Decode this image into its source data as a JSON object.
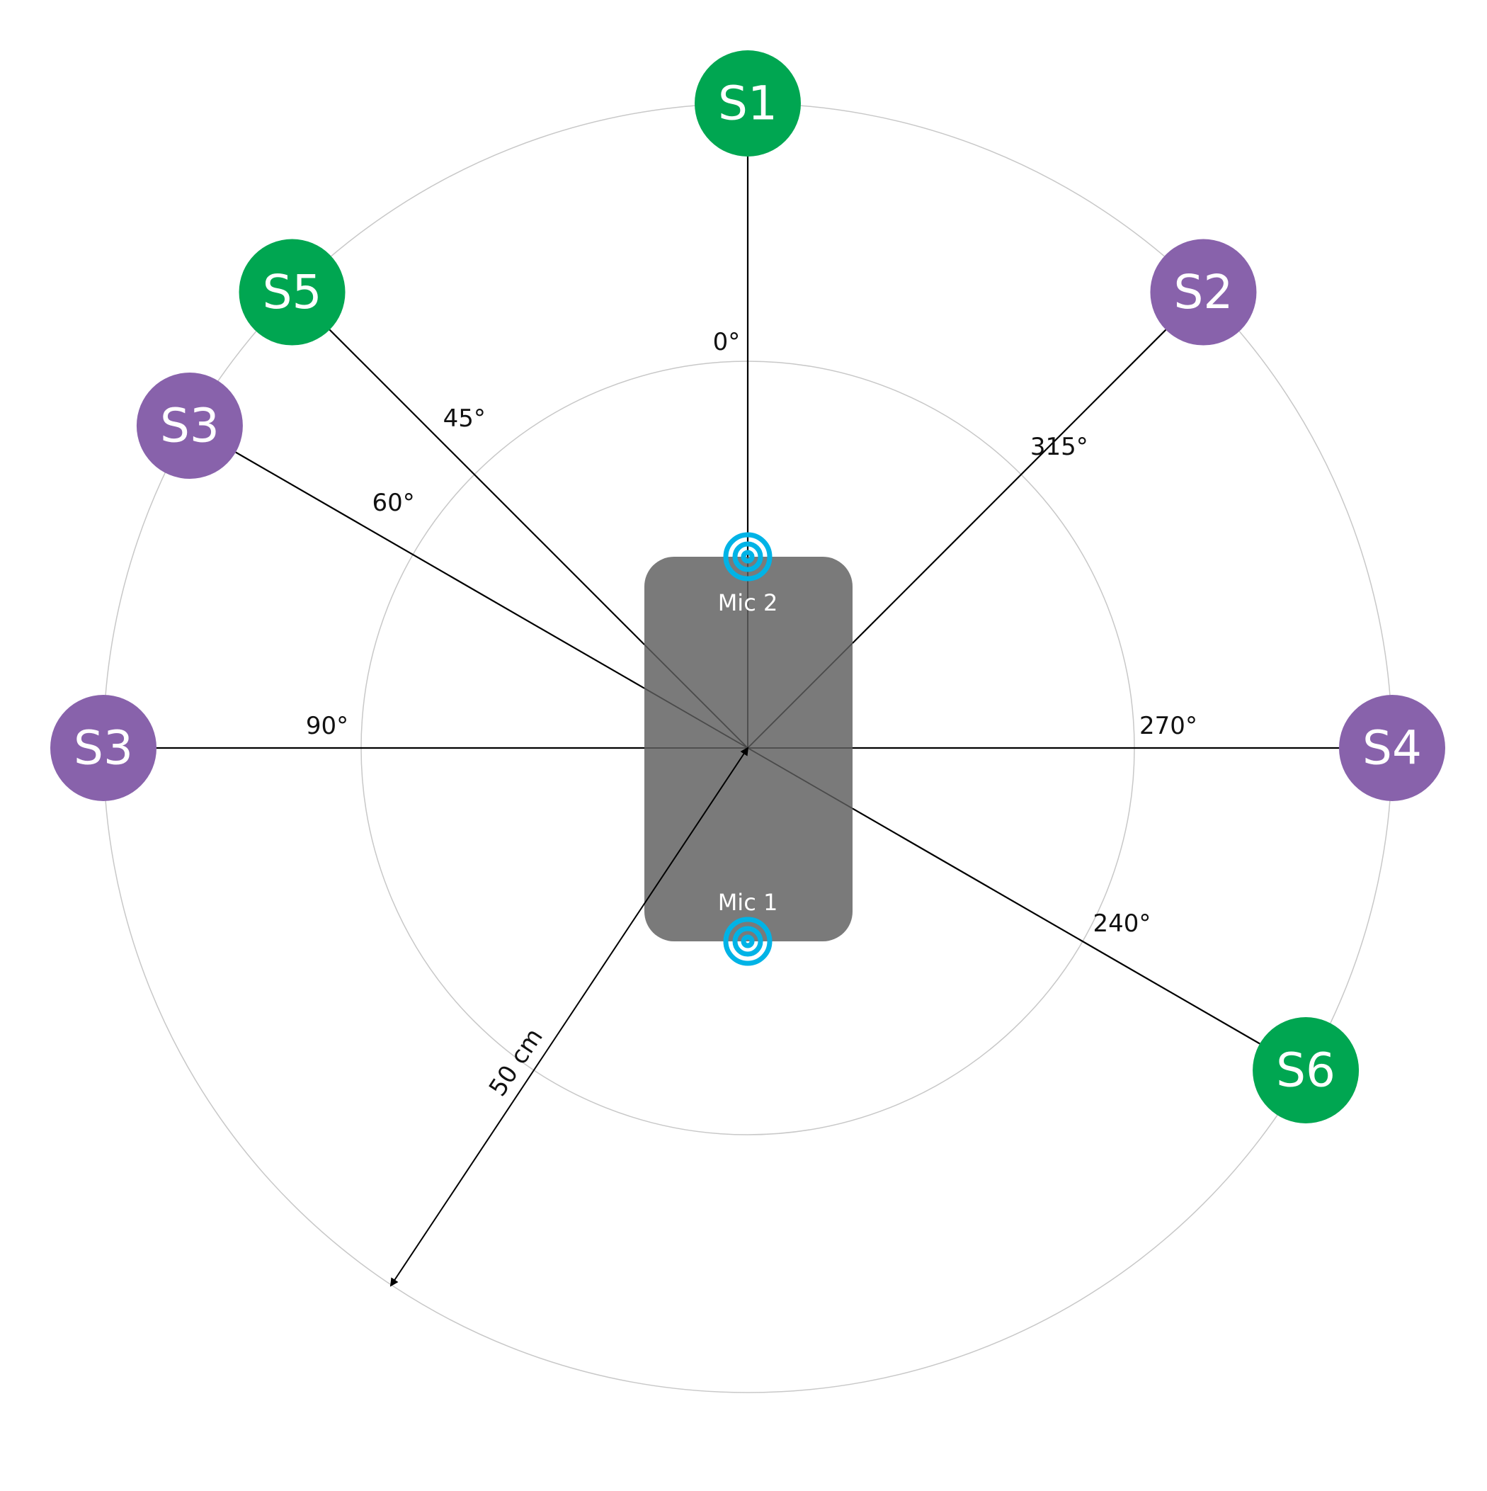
{
  "colors": {
    "speaker_green": "#00a651",
    "speaker_purple": "#8862ab",
    "device": "#7a7a7a",
    "mic": "#00b3e6",
    "ring": "#c8c8c8",
    "line": "#000000"
  },
  "device": {
    "mic_top_label": "Mic 2",
    "mic_bottom_label": "Mic 1",
    "mic_icon": "concentric-circles-icon"
  },
  "speakers": [
    {
      "id": "s1",
      "label": "S1",
      "angle_deg": 0,
      "color": "green"
    },
    {
      "id": "s2",
      "label": "S2",
      "angle_deg": 315,
      "color": "purple"
    },
    {
      "id": "s5",
      "label": "S5",
      "angle_deg": 45,
      "color": "green"
    },
    {
      "id": "s3a",
      "label": "S3",
      "angle_deg": 60,
      "color": "purple"
    },
    {
      "id": "s3b",
      "label": "S3",
      "angle_deg": 90,
      "color": "purple"
    },
    {
      "id": "s4",
      "label": "S4",
      "angle_deg": 270,
      "color": "purple"
    },
    {
      "id": "s6",
      "label": "S6",
      "angle_deg": 240,
      "color": "green"
    }
  ],
  "angle_labels": [
    {
      "id": "a0",
      "text": "0°",
      "angle_deg": 0
    },
    {
      "id": "a45",
      "text": "45°",
      "angle_deg": 45
    },
    {
      "id": "a60",
      "text": "60°",
      "angle_deg": 60
    },
    {
      "id": "a90",
      "text": "90°",
      "angle_deg": 90
    },
    {
      "id": "a270",
      "text": "270°",
      "angle_deg": 270
    },
    {
      "id": "a315",
      "text": "315°",
      "angle_deg": 315
    },
    {
      "id": "a240",
      "text": "240°",
      "angle_deg": 240
    }
  ],
  "dimension": {
    "label": "50 cm"
  }
}
